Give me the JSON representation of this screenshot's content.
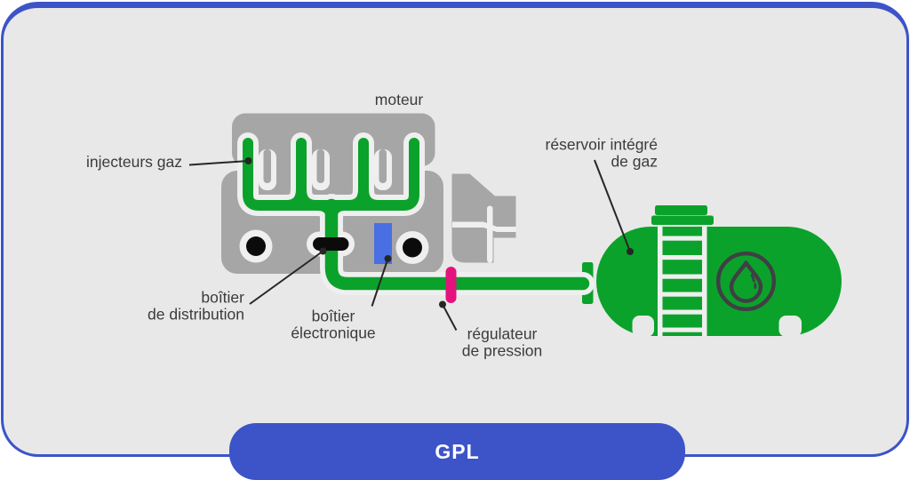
{
  "palette": {
    "card_background": "#E8E8E8",
    "outline_light": "#EFEFEF",
    "machine_gray": "#A6A6A6",
    "gas_green": "#0BA22B",
    "electronics_blue": "#4A6FE3",
    "regulator_pink": "#E3137E",
    "ink_black": "#0B0B0B",
    "label_gray": "#3B3B3B",
    "brand_blue": "#3C54C8",
    "badge_text_color": "#FFFFFF"
  },
  "labels": {
    "moteur": "moteur",
    "injecteurs_gaz": "injecteurs gaz",
    "reservoir": {
      "lines": [
        "réservoir intégré",
        "de gaz"
      ]
    },
    "boitier_distribution": {
      "lines": [
        "boîtier",
        "de distribution"
      ]
    },
    "boitier_electronique": {
      "lines": [
        "boîtier",
        "électronique"
      ]
    },
    "regulateur_pression": {
      "lines": [
        "régulateur",
        "de pression"
      ]
    }
  },
  "badge": {
    "label": "GPL"
  }
}
